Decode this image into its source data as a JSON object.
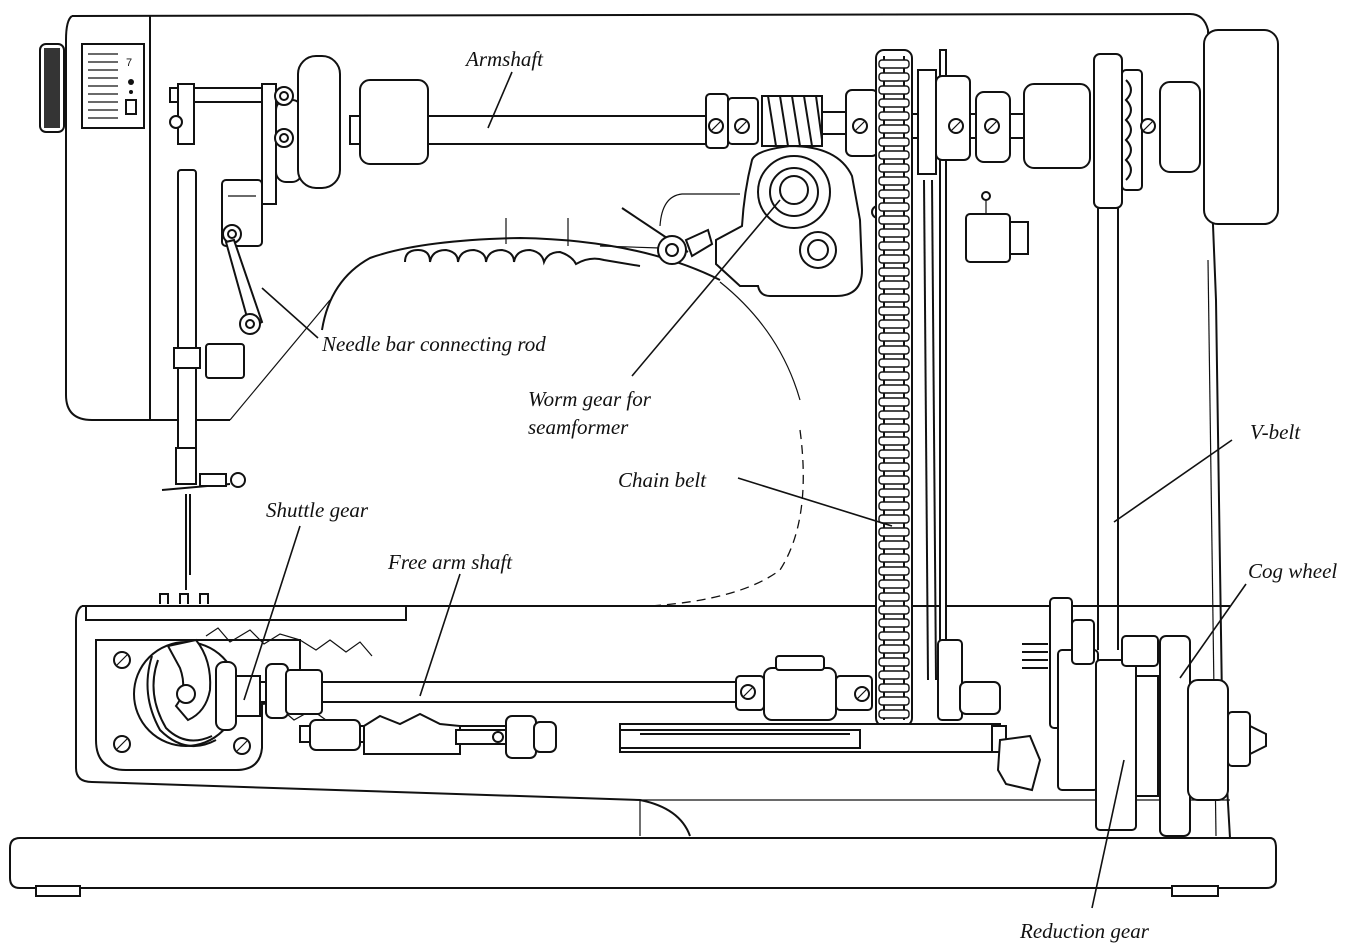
{
  "diagram": {
    "labels": {
      "armshaft": "Armshaft",
      "needle_bar_connecting_rod": "Needle bar connecting rod",
      "worm_gear_line1": "Worm gear for",
      "worm_gear_line2": "seamformer",
      "v_belt": "V-belt",
      "chain_belt": "Chain belt",
      "shuttle_gear": "Shuttle gear",
      "free_arm_shaft": "Free arm shaft",
      "cog_wheel": "Cog wheel",
      "reduction_gear": "Reduction gear"
    },
    "dial_digit": "7"
  }
}
